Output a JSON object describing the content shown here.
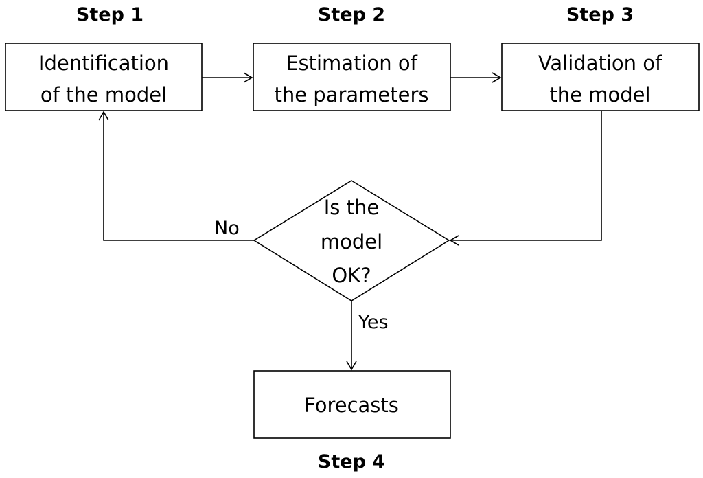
{
  "steps": {
    "step1": "Step 1",
    "step2": "Step 2",
    "step3": "Step 3",
    "step4": "Step 4"
  },
  "nodes": {
    "identification": {
      "line1": "Identification",
      "line2": "of the model"
    },
    "estimation": {
      "line1": "Estimation of",
      "line2": "the parameters"
    },
    "validation": {
      "line1": "Validation of",
      "line2": "the model"
    },
    "decision": {
      "line1": "Is the",
      "line2": "model",
      "line3": "OK?"
    },
    "forecasts": {
      "line1": "Forecasts"
    }
  },
  "edges": {
    "no_label": "No",
    "yes_label": "Yes"
  }
}
